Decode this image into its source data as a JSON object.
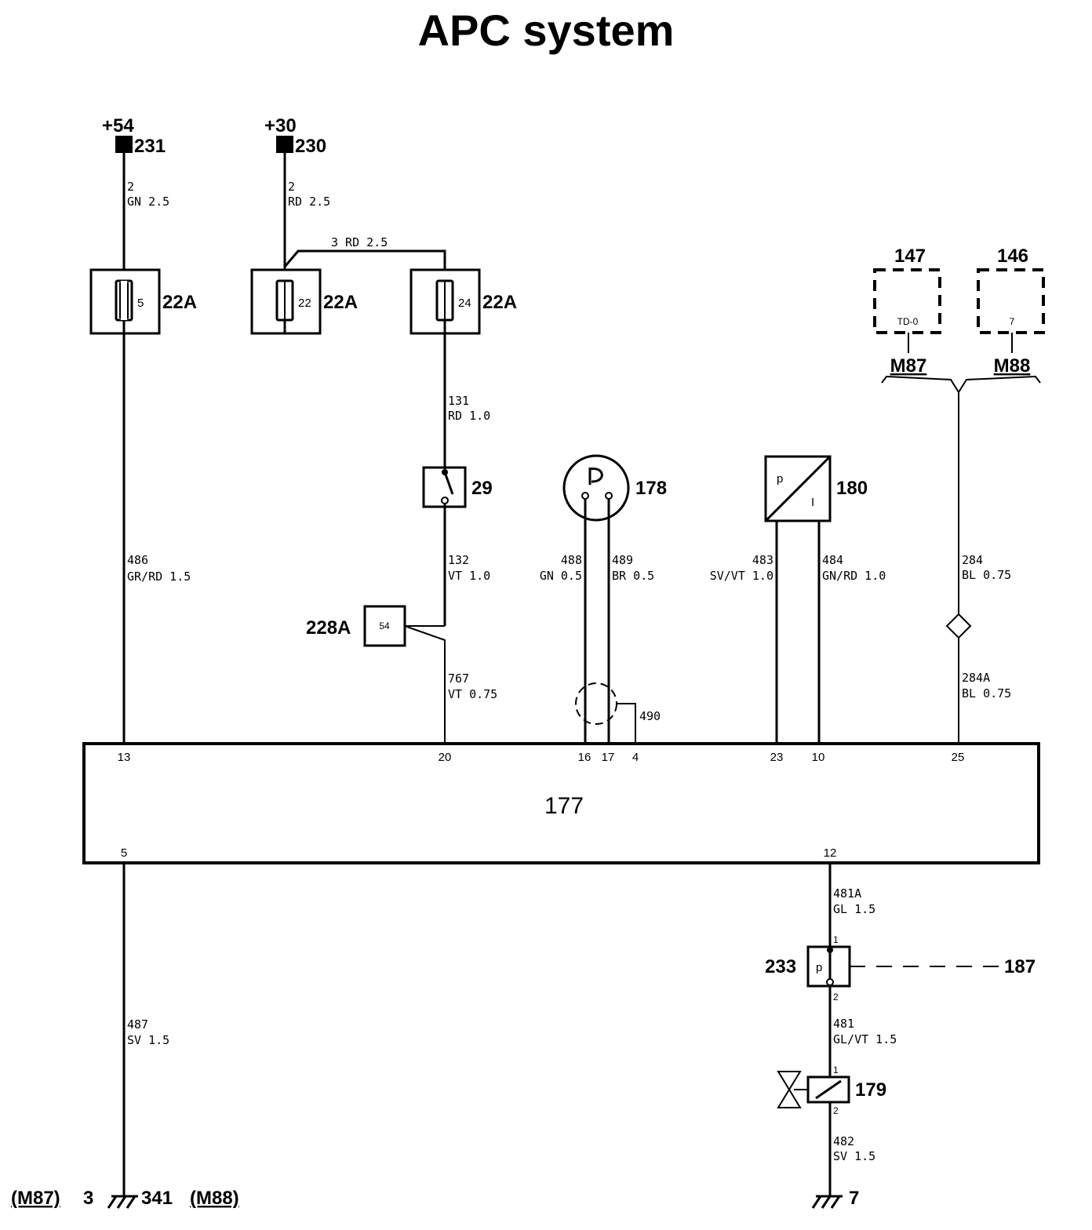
{
  "title": "APC system",
  "supplies": {
    "s54": {
      "voltage": "+54",
      "id": "231"
    },
    "s30": {
      "voltage": "+30",
      "id": "230"
    }
  },
  "fuses": {
    "f5": {
      "pin": "5",
      "id": "22A"
    },
    "f22": {
      "pin": "22",
      "id": "22A"
    },
    "f24": {
      "pin": "24",
      "id": "22A"
    }
  },
  "wires": {
    "w231_num": "2",
    "w231_spec": "GN 2.5",
    "w230_num": "2",
    "w230_spec": "RD 2.5",
    "w_link": "3 RD 2.5",
    "w131_num": "131",
    "w131_spec": "RD 1.0",
    "w132_num": "132",
    "w132_spec": "VT 1.0",
    "w767_num": "767",
    "w767_spec": "VT 0.75",
    "w486_num": "486",
    "w486_spec": "GR/RD 1.5",
    "w488_num": "488",
    "w488_spec": "GN 0.5",
    "w489_num": "489",
    "w489_spec": "BR 0.5",
    "w490": "490",
    "w483_num": "483",
    "w483_spec": "SV/VT 1.0",
    "w484_num": "484",
    "w484_spec": "GN/RD 1.0",
    "w284_num": "284",
    "w284_spec": "BL 0.75",
    "w284a_num": "284A",
    "w284a_spec": "BL 0.75",
    "w487_num": "487",
    "w487_spec": "SV 1.5",
    "w481a_num": "481A",
    "w481a_spec": "GL 1.5",
    "w481_num": "481",
    "w481_spec": "GL/VT 1.5",
    "w482_num": "482",
    "w482_spec": "SV 1.5"
  },
  "components": {
    "switch": "29",
    "relay": {
      "id": "228A",
      "pin": "54"
    },
    "sensor": "178",
    "transducer": {
      "id": "180",
      "p": "p",
      "i": "I"
    },
    "ecu": "177",
    "pressure_switch": {
      "id": "233",
      "p": "p",
      "pin1": "1",
      "pin2": "2",
      "ref": "187"
    },
    "valve": {
      "id": "179",
      "pin1": "1",
      "pin2": "2"
    }
  },
  "variants": {
    "c147": {
      "id": "147",
      "pin": "TD-0",
      "model": "M87"
    },
    "c146": {
      "id": "146",
      "pin": "7",
      "model": "M88"
    }
  },
  "ecu_pins": {
    "p13": "13",
    "p20": "20",
    "p16": "16",
    "p17": "17",
    "p4": "4",
    "p23": "23",
    "p10": "10",
    "p25": "25",
    "p5": "5",
    "p12": "12"
  },
  "grounds": {
    "left_m87": "(M87)",
    "left_m87_pt": "3",
    "left_m88_pt": "341",
    "left_m88": "(M88)",
    "right_pt": "7"
  }
}
